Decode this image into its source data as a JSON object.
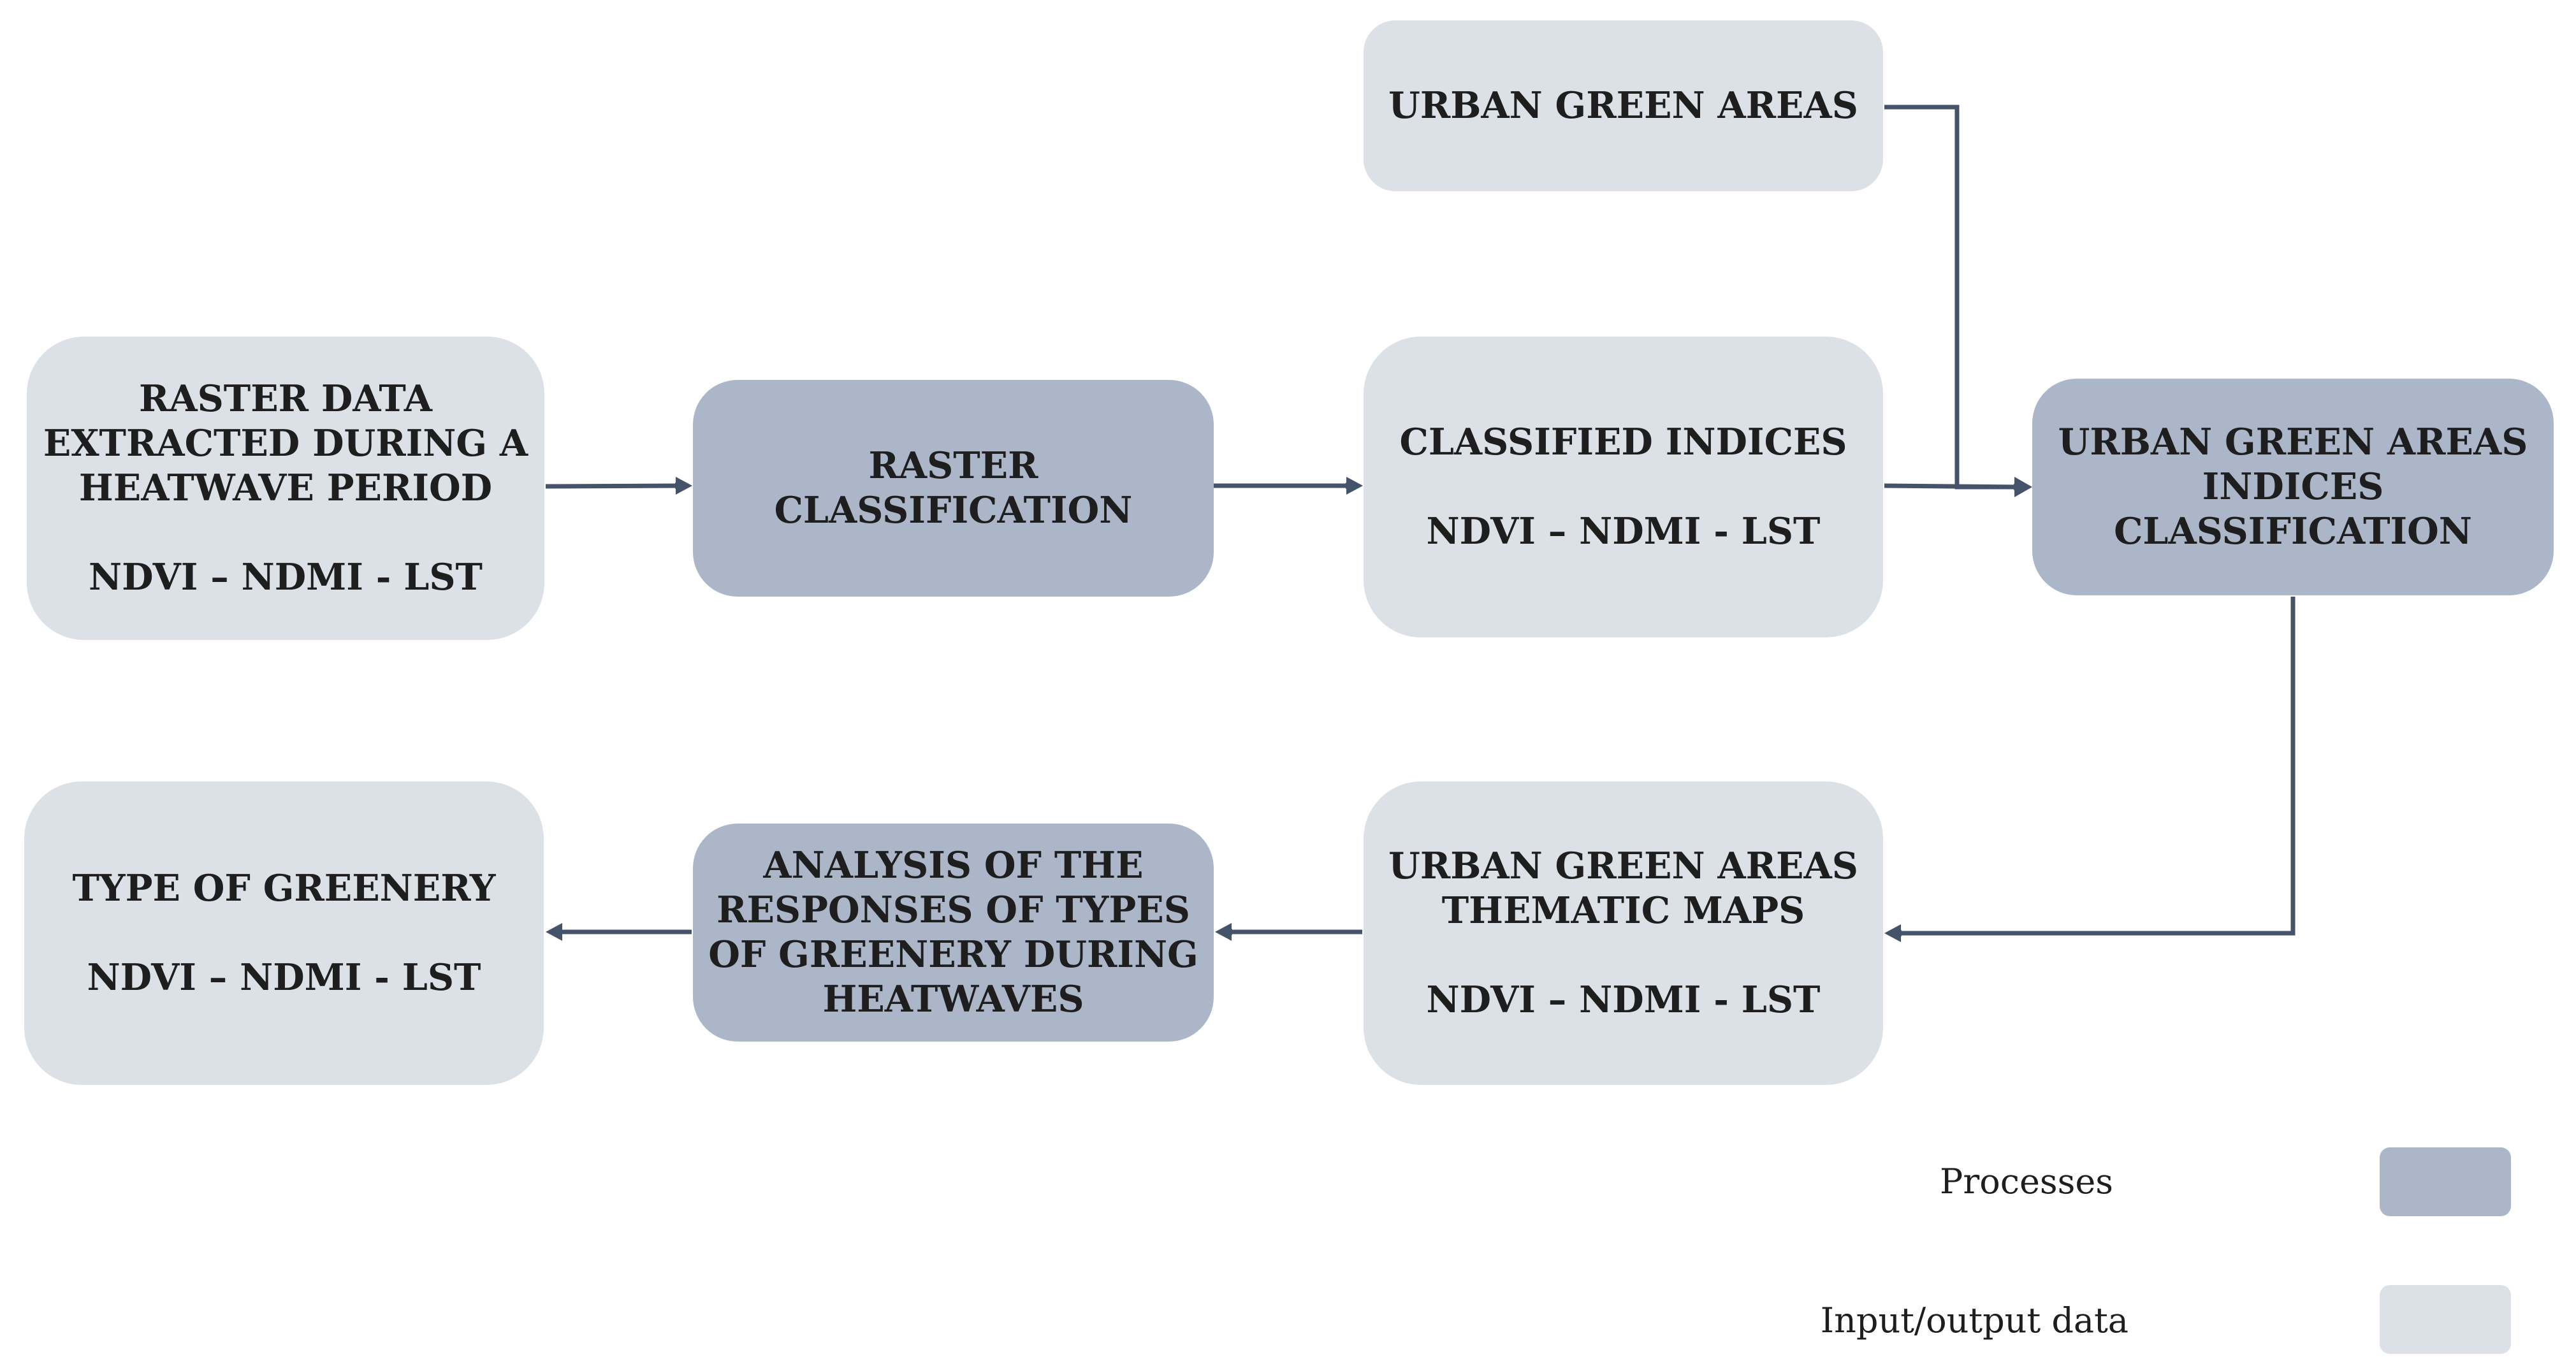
{
  "nodes": {
    "raster_data": {
      "lines": [
        "RASTER DATA",
        "EXTRACTED DURING A",
        "HEATWAVE PERIOD"
      ],
      "indices": "NDVI – NDMI - LST"
    },
    "raster_classification": {
      "lines": [
        "RASTER",
        "CLASSIFICATION"
      ]
    },
    "classified_indices": {
      "lines": [
        "CLASSIFIED INDICES"
      ],
      "indices": "NDVI – NDMI - LST"
    },
    "urban_green_areas": {
      "lines": [
        "URBAN GREEN AREAS"
      ]
    },
    "ugai_classification": {
      "lines": [
        "URBAN GREEN AREAS",
        "INDICES",
        "CLASSIFICATION"
      ]
    },
    "thematic_maps": {
      "lines": [
        "URBAN GREEN AREAS",
        "THEMATIC MAPS"
      ],
      "indices": "NDVI – NDMI - LST"
    },
    "analysis": {
      "lines": [
        "ANALYSIS OF THE",
        "RESPONSES OF TYPES",
        "OF GREENERY DURING",
        "HEATWAVES"
      ]
    },
    "type_of_greenery": {
      "lines": [
        "TYPE OF GREENERY"
      ],
      "indices": "NDVI – NDMI - LST"
    }
  },
  "edges": [
    {
      "from": "raster_data",
      "to": "raster_classification"
    },
    {
      "from": "raster_classification",
      "to": "classified_indices"
    },
    {
      "from": "classified_indices",
      "to": "ugai_classification"
    },
    {
      "from": "urban_green_areas",
      "to": "ugai_classification"
    },
    {
      "from": "ugai_classification",
      "to": "thematic_maps"
    },
    {
      "from": "thematic_maps",
      "to": "analysis"
    },
    {
      "from": "analysis",
      "to": "type_of_greenery"
    }
  ],
  "legend": {
    "processes_label": "Processes",
    "data_label": "Input/output  data"
  },
  "colors": {
    "process": "#abb6c8",
    "data": "#dce0e7",
    "arrow": "#44536a"
  }
}
